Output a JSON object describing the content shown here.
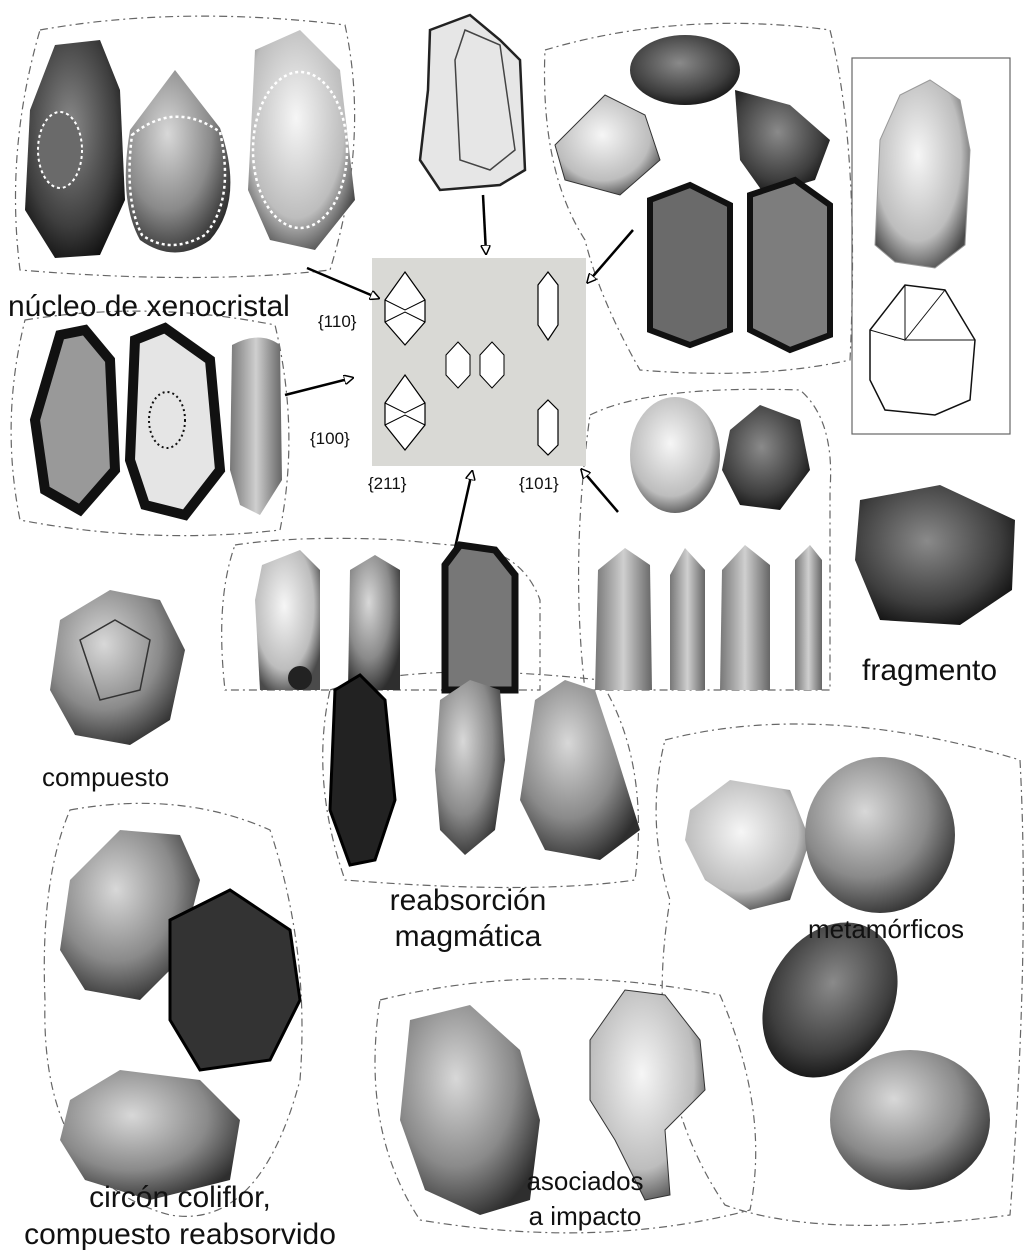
{
  "labels": {
    "xenocryst_core": "núcleo de xenocristal",
    "face_110": "{110}",
    "face_100": "{100}",
    "face_211": "{211}",
    "face_101": "{101}",
    "fragment": "fragmento",
    "composite": "compuesto",
    "magmatic_resorption_1": "reabsorción",
    "magmatic_resorption_2": "magmática",
    "metamorphic": "metamórficos",
    "cauliflower_1": "circón coliflor,",
    "cauliflower_2": "compuesto reabsorvido",
    "impact_1": "asociados",
    "impact_2": "a impacto"
  },
  "colors": {
    "panel_bg": "#d9d9d5",
    "outline": "#555555",
    "dark_grain": "#2b2b2b",
    "mid_grain": "#7a7a7a",
    "light_grain": "#d4d4d4"
  },
  "icons": [
    "arrow-icon",
    "zircon-crystal-icon"
  ]
}
